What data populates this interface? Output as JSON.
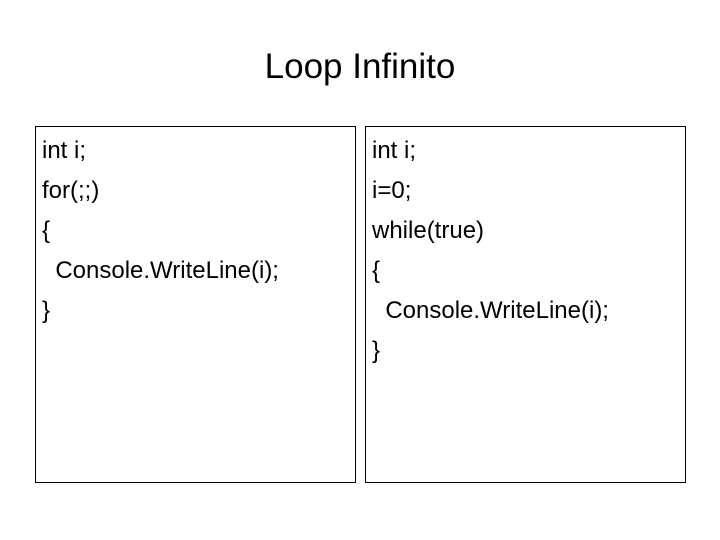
{
  "slide": {
    "title": "Loop Infinito",
    "background_color": "#ffffff",
    "text_color": "#000000",
    "border_color": "#000000"
  },
  "panels": [
    {
      "name": "for-loop-panel",
      "lines": [
        "int i;",
        "for(;;)",
        "{",
        "  Console.WriteLine(i);",
        "}"
      ]
    },
    {
      "name": "while-loop-panel",
      "lines": [
        "int i;",
        "i=0;",
        "while(true)",
        "{",
        "  Console.WriteLine(i);",
        "}"
      ]
    }
  ]
}
